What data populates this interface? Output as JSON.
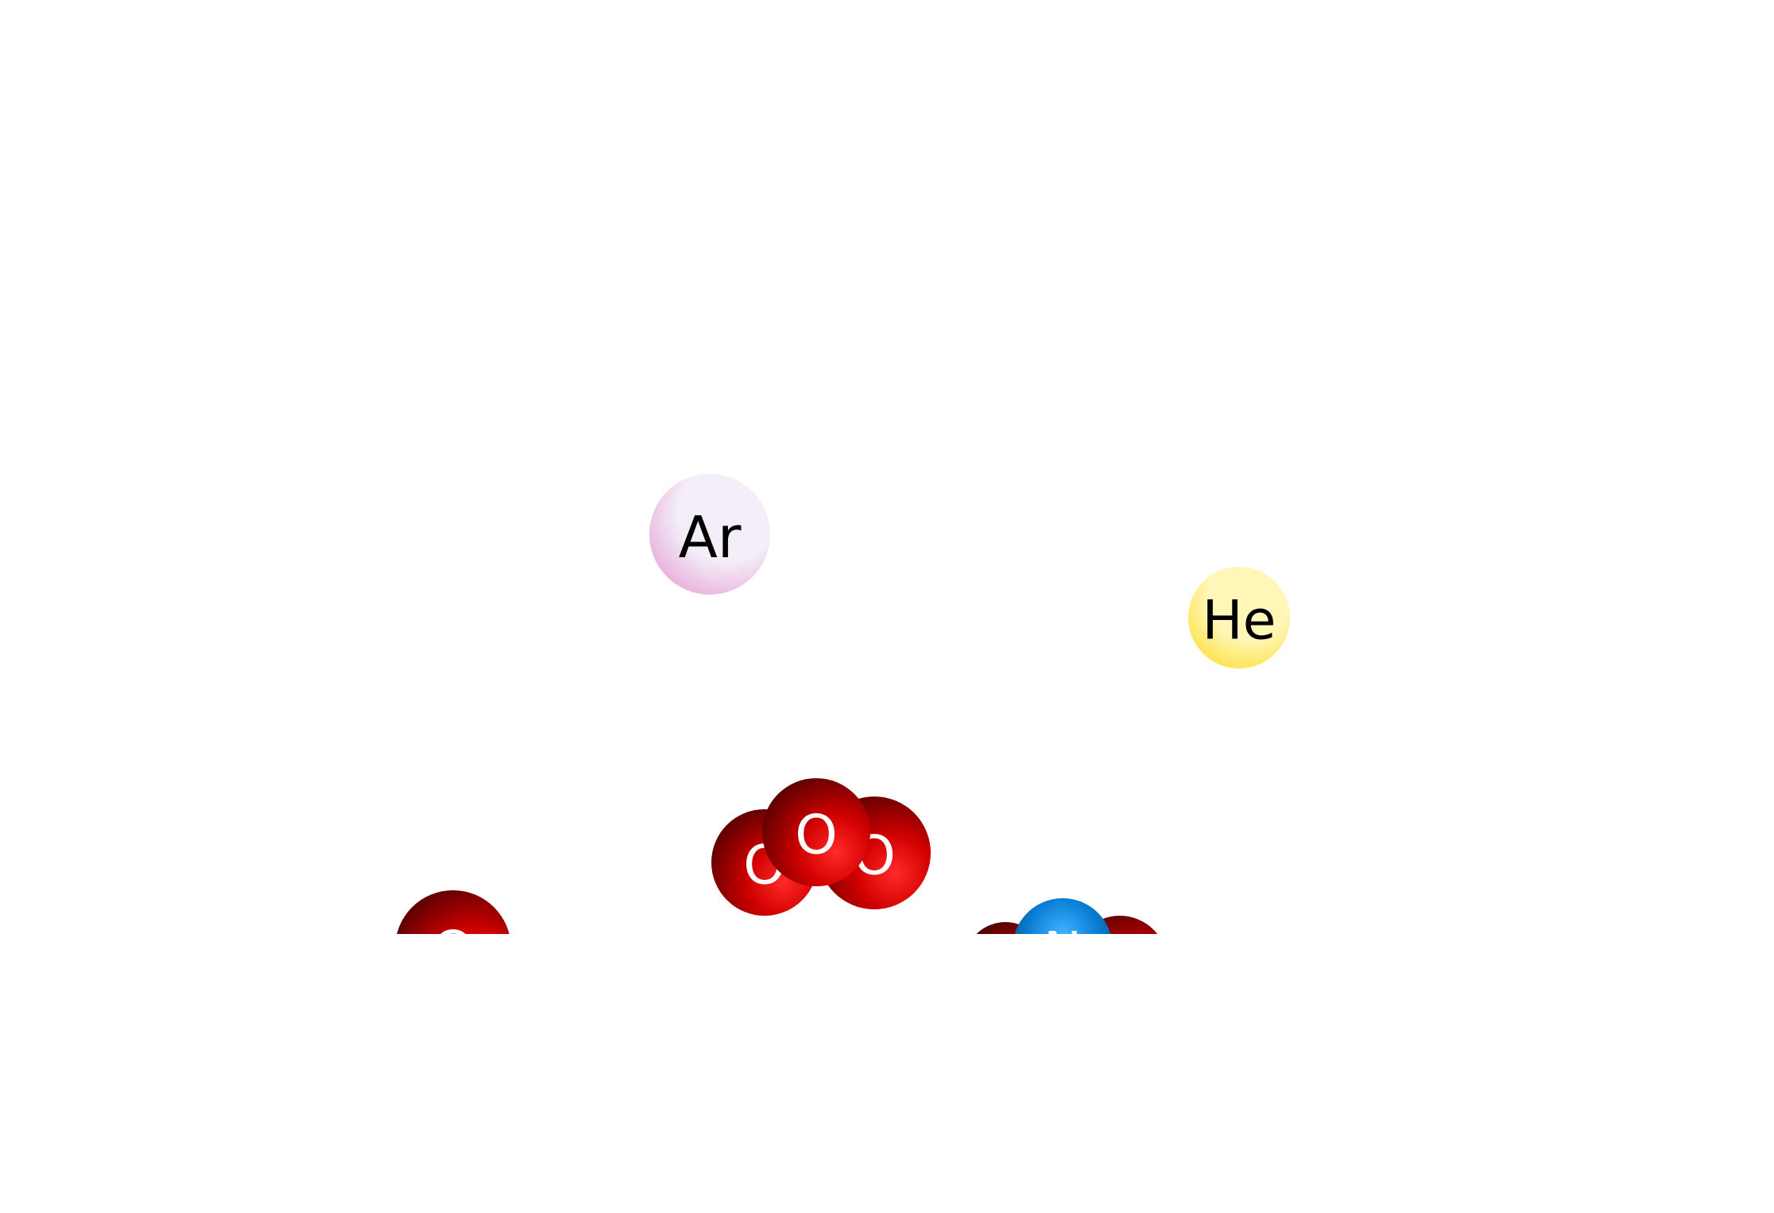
{
  "atoms": [
    {
      "id": "ar",
      "label": "Ar",
      "element": "argon",
      "color": "#e8b0dd",
      "highlight": "#f3eef7",
      "label_color": "#000000"
    },
    {
      "id": "he",
      "label": "He",
      "element": "helium",
      "color": "#ffe24a",
      "highlight": "#fff6b8",
      "label_color": "#000000"
    },
    {
      "id": "o-left",
      "label": "O",
      "element": "oxygen",
      "color": "#d10000",
      "highlight": "#ff2a2a",
      "label_color": "#ffffff"
    },
    {
      "id": "o-center",
      "label": "O",
      "element": "oxygen",
      "color": "#d10000",
      "highlight": "#ff2a2a",
      "label_color": "#ffffff"
    },
    {
      "id": "o-right",
      "label": "O",
      "element": "oxygen",
      "color": "#d10000",
      "highlight": "#ff2a2a",
      "label_color": "#ffffff"
    },
    {
      "id": "o-cut",
      "label": "O",
      "element": "oxygen",
      "color": "#d10000",
      "highlight": "#ff2a2a",
      "label_color": "#ffffff"
    },
    {
      "id": "n-cut",
      "label": "N",
      "element": "nitrogen",
      "color": "#0a7fd6",
      "highlight": "#3fb3ff",
      "label_color": "#ffffff"
    },
    {
      "id": "o-cut-left",
      "label": "",
      "element": "oxygen",
      "color": "#b00000",
      "highlight": "#e00000",
      "label_color": "#ffffff"
    },
    {
      "id": "o-cut-right",
      "label": "",
      "element": "oxygen",
      "color": "#d10000",
      "highlight": "#ff2a2a",
      "label_color": "#ffffff"
    }
  ]
}
